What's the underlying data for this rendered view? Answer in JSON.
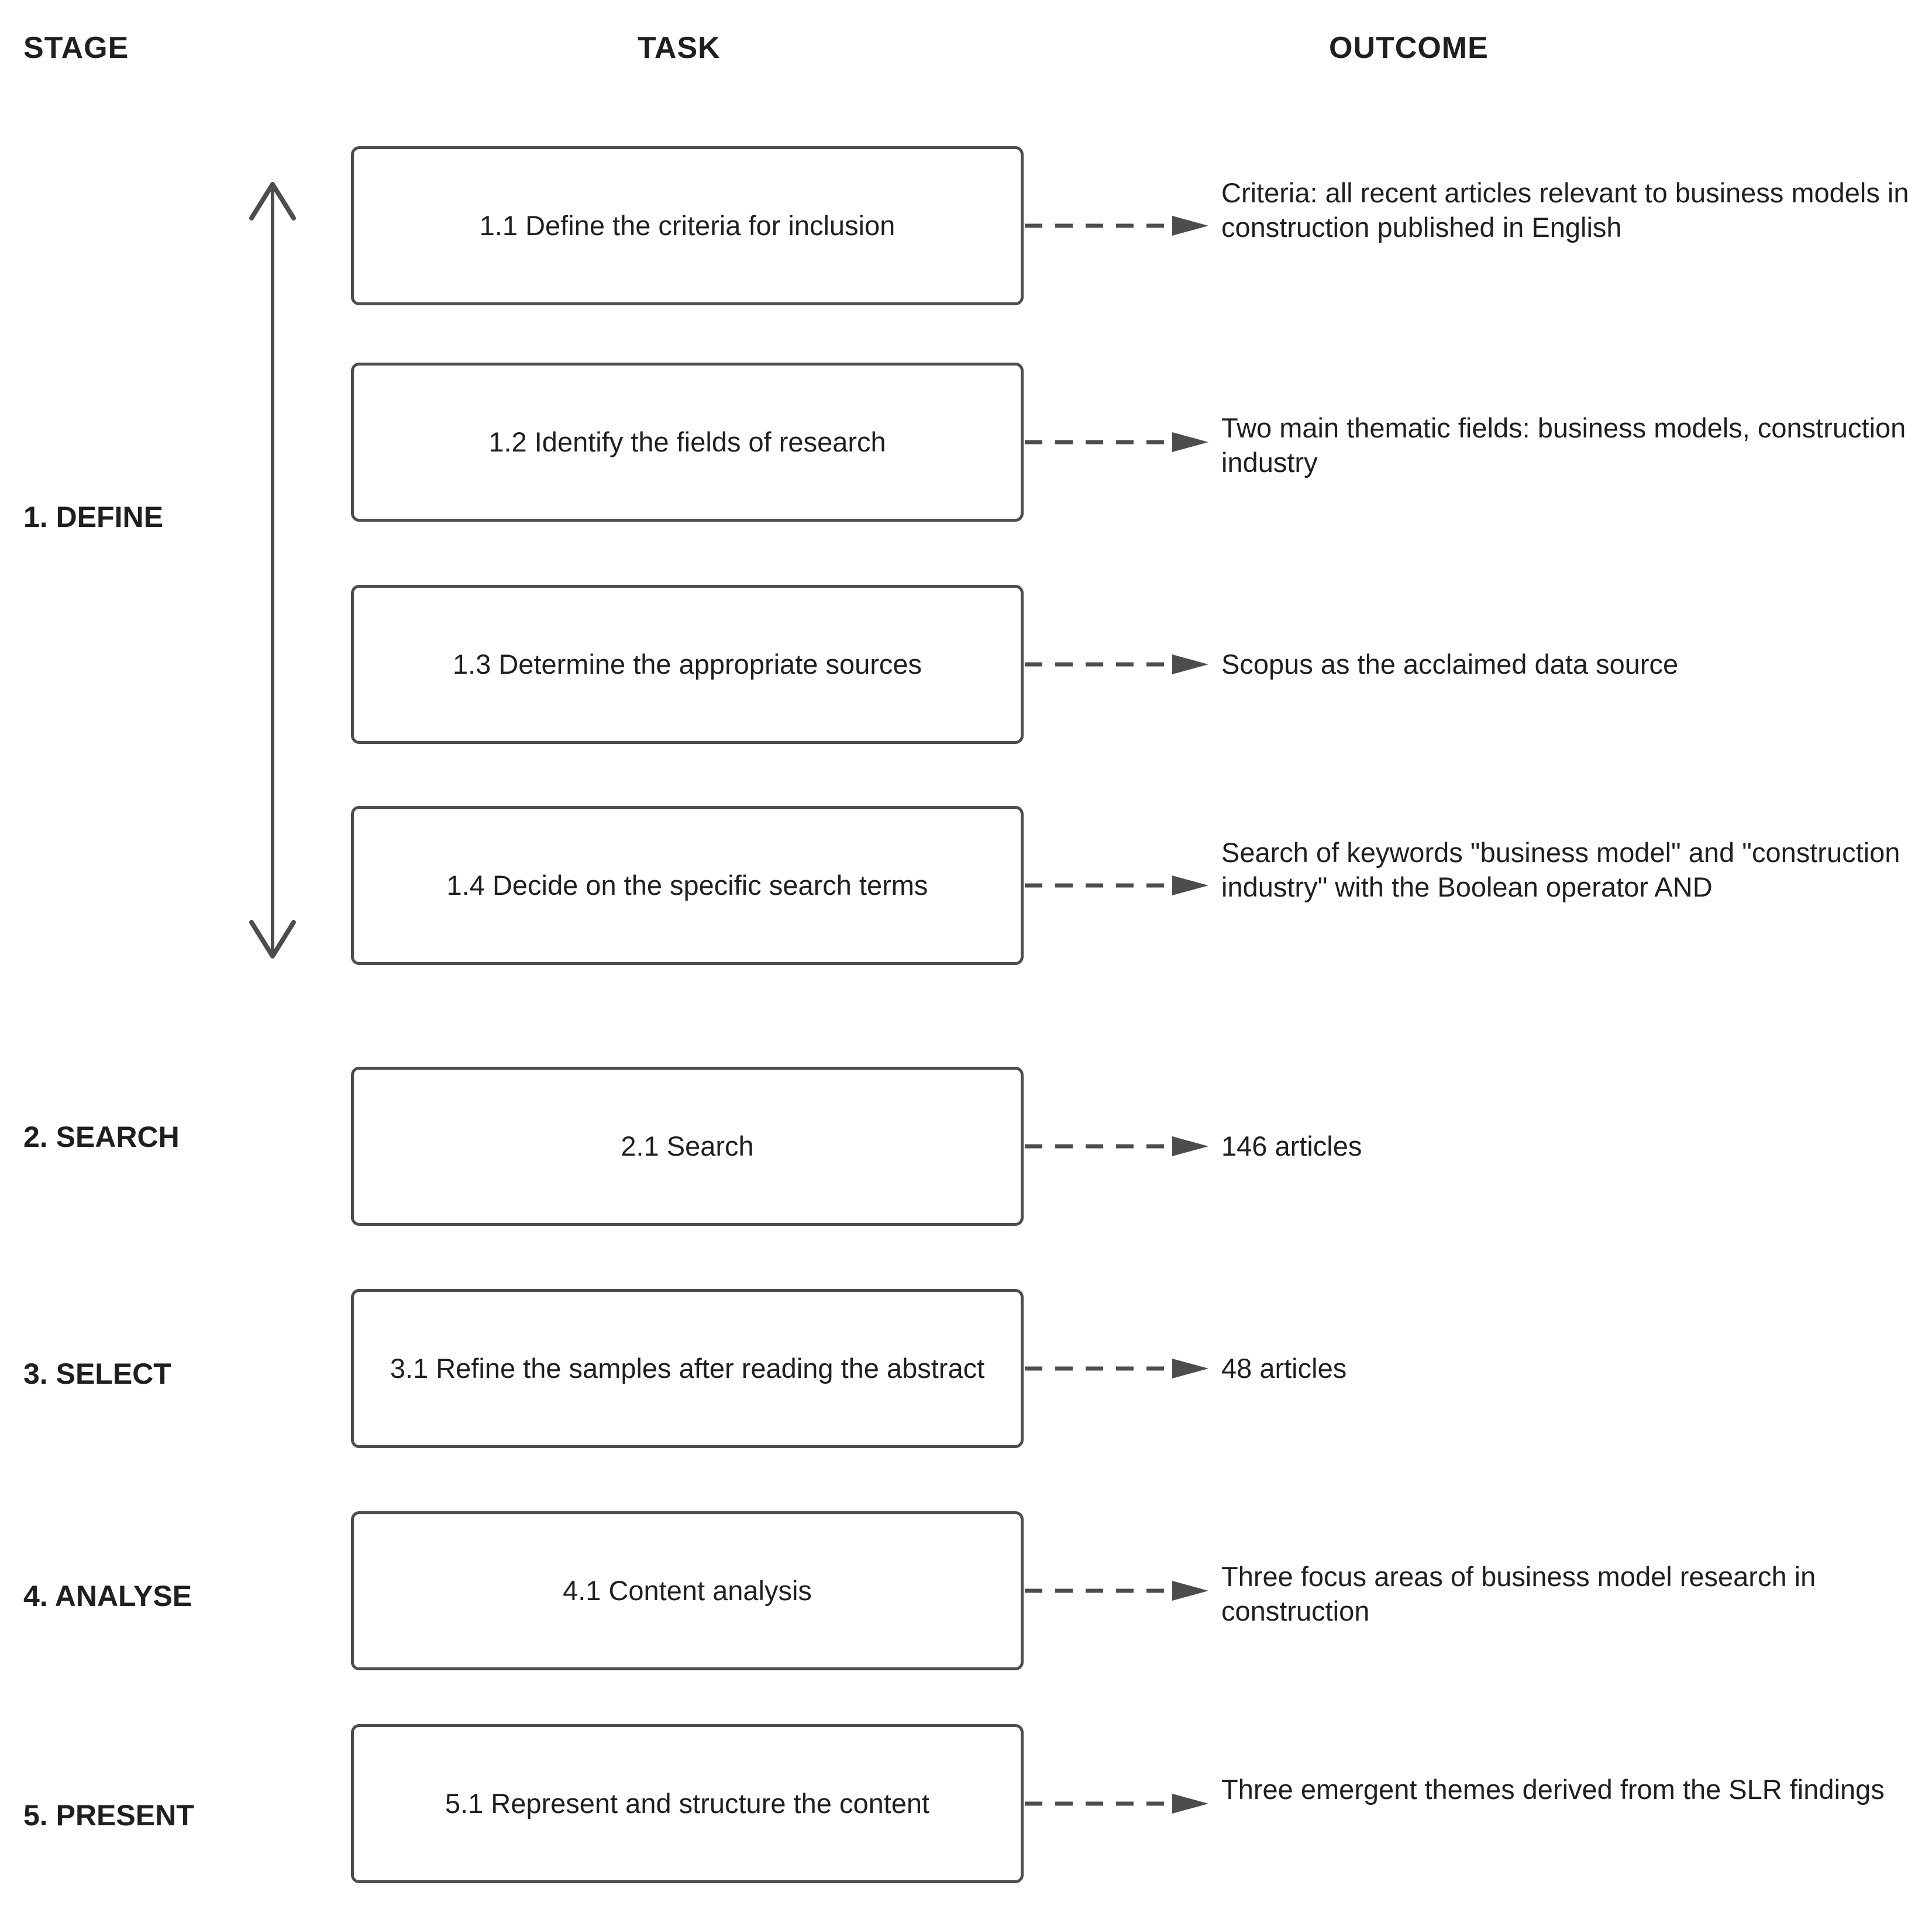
{
  "headers": {
    "stage": "STAGE",
    "task": "TASK",
    "outcome": "OUTCOME"
  },
  "colors": {
    "border": "#4d4d4d",
    "text": "#1f1f1f",
    "connector": "#4d4d4d",
    "background": "#ffffff"
  },
  "icons": {
    "span_arrow": "double-headed-vertical-arrow",
    "connector": "dashed-arrow-right"
  },
  "stages": [
    {
      "label": "1. DEFINE",
      "tasks": [
        {
          "task": "1.1 Define the criteria for inclusion",
          "outcome": "Criteria: all recent articles relevant to business models in construction published in English"
        },
        {
          "task": "1.2 Identify the fields of research",
          "outcome": "Two main thematic fields: business models, construction industry"
        },
        {
          "task": "1.3 Determine the appropriate sources",
          "outcome": "Scopus as the acclaimed data source"
        },
        {
          "task": "1.4 Decide on the specific search terms",
          "outcome": "Search of keywords \"business model\" and \"construction industry\" with the Boolean operator AND"
        }
      ]
    },
    {
      "label": "2. SEARCH",
      "tasks": [
        {
          "task": "2.1 Search",
          "outcome": "146 articles"
        }
      ]
    },
    {
      "label": "3. SELECT",
      "tasks": [
        {
          "task": "3.1 Refine the samples after reading the abstract",
          "outcome": "48 articles"
        }
      ]
    },
    {
      "label": "4. ANALYSE",
      "tasks": [
        {
          "task": "4.1 Content analysis",
          "outcome": "Three focus areas of business model research in construction"
        }
      ]
    },
    {
      "label": "5. PRESENT",
      "tasks": [
        {
          "task": "5.1 Represent and structure the content",
          "outcome": "Three emergent themes derived from the SLR findings"
        }
      ]
    }
  ]
}
